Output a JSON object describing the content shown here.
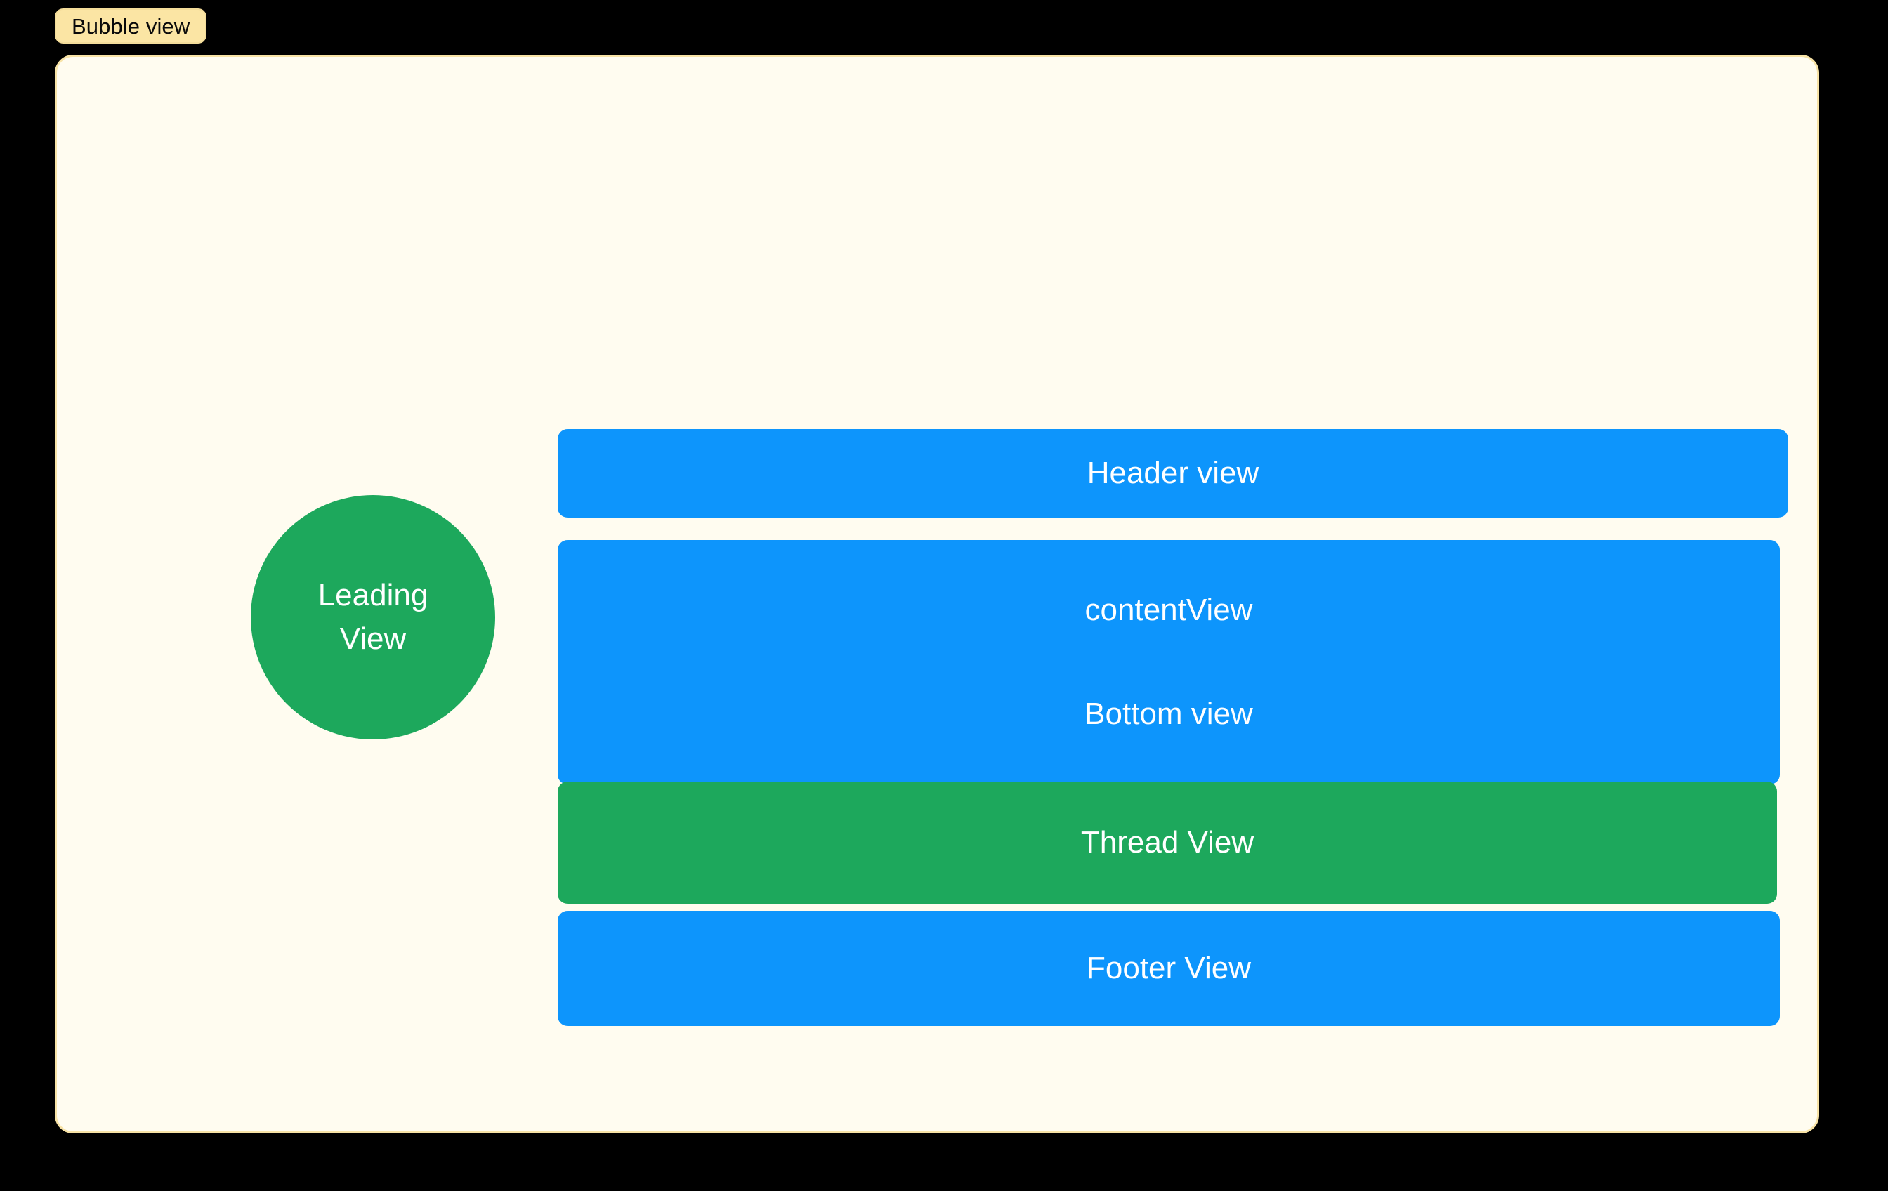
{
  "diagram": {
    "title_chip": {
      "label": "Bubble view",
      "background_color": "#FBE5A4",
      "text_color": "#0A0A0A"
    },
    "canvas": {
      "background_color": "#FFFCF0",
      "border_color": "#F8E3A6",
      "page_background_color": "#000000"
    },
    "leading_view": {
      "name": "Leading View",
      "line1": "Leading",
      "line2": "View",
      "shape": "circle",
      "color": "#1DA85C",
      "text_color": "#FFFFFF"
    },
    "bars": [
      {
        "id": "header-view",
        "label": "Header view",
        "color": "#0D95FC",
        "text_color": "#FFFFFF"
      },
      {
        "id": "content-view",
        "label": "contentView",
        "secondary_label": "Bottom view",
        "color": "#0D95FC",
        "text_color": "#FFFFFF"
      },
      {
        "id": "thread-view",
        "label": "Thread View",
        "color": "#1DA85C",
        "text_color": "#FFFFFF"
      },
      {
        "id": "footer-view",
        "label": "Footer View",
        "color": "#0D95FC",
        "text_color": "#FFFFFF"
      }
    ]
  }
}
